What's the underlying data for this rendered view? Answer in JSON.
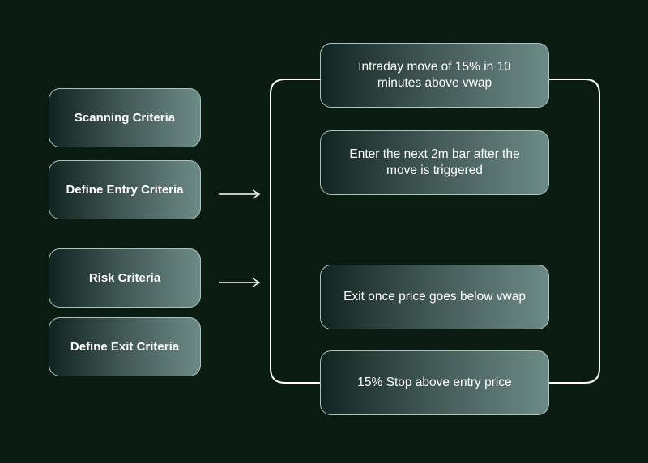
{
  "left_boxes": {
    "scanning": "Scanning Criteria",
    "entry": "Define Entry Criteria",
    "risk": "Risk Criteria",
    "exit": "Define Exit Criteria"
  },
  "right_boxes": {
    "scan_rule": "Intraday move of 15% in 10 minutes above vwap",
    "entry_rule": "Enter the next 2m bar after the move is triggered",
    "exit_rule": "Exit once price goes below vwap",
    "stop_rule": "15% Stop above entry price"
  },
  "colors": {
    "background": "#0a1c11",
    "box_border": "#a9c4bf",
    "line": "#ffffff"
  }
}
